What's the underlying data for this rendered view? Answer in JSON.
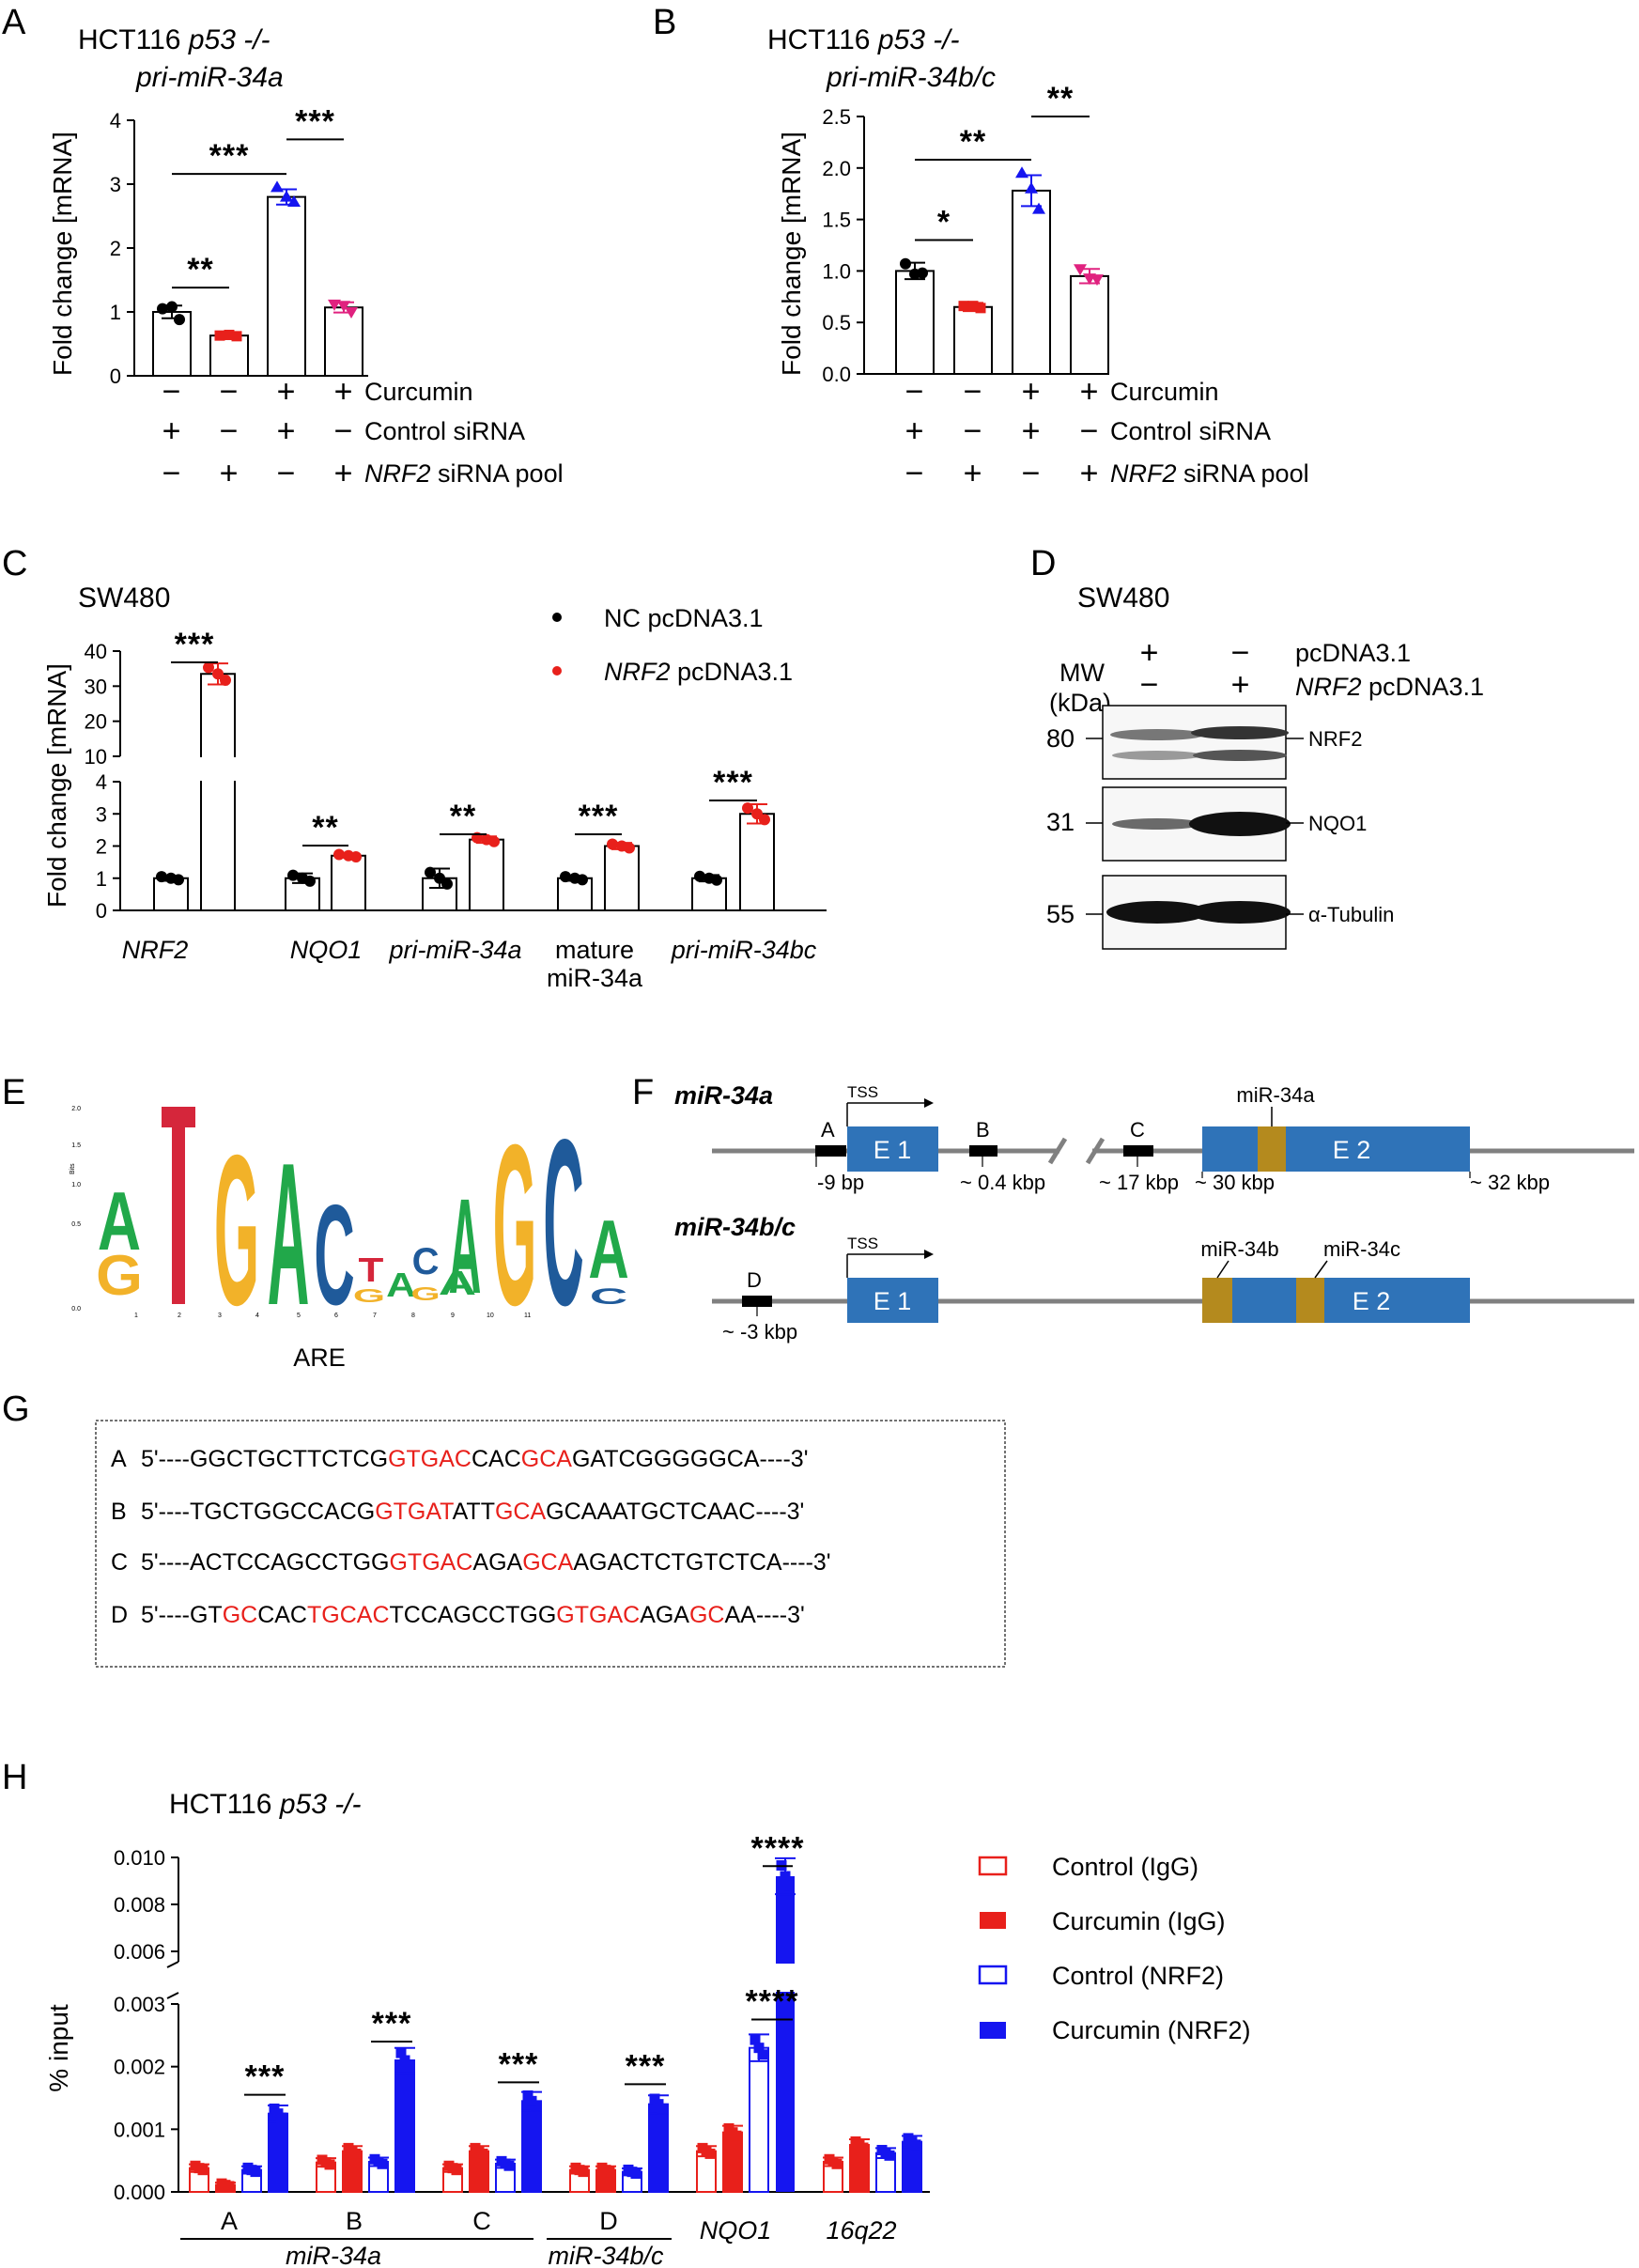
{
  "panels": {
    "A": "A",
    "B": "B",
    "C": "C",
    "D": "D",
    "E": "E",
    "F": "F",
    "G": "G",
    "H": "H"
  },
  "colors": {
    "red": "#e8201b",
    "blue": "#1515f0",
    "magenta": "#e0227f",
    "steelblue": "#2f73b8",
    "gold": "#b48a1e",
    "gray": "#808080"
  },
  "panelA": {
    "title_line1_a": "HCT116 ",
    "title_line1_b": "p53 -/-",
    "title_line2": "pri-miR-34a",
    "ylabel": "Fold change [mRNA]",
    "rows": [
      {
        "signs": [
          "−",
          "−",
          "+",
          "+"
        ],
        "label": "Curcumin"
      },
      {
        "signs": [
          "+",
          "−",
          "+",
          "−"
        ],
        "label": "Control siRNA"
      },
      {
        "signs": [
          "−",
          "+",
          "−",
          "+"
        ],
        "label_it": "NRF2",
        "label": " siRNA pool"
      }
    ]
  },
  "panelB": {
    "title_line1_a": "HCT116 ",
    "title_line1_b": "p53 -/-",
    "title_line2": "pri-miR-34b/c",
    "ylabel": "Fold change [mRNA]",
    "rows": [
      {
        "signs": [
          "−",
          "−",
          "+",
          "+"
        ],
        "label": "Curcumin"
      },
      {
        "signs": [
          "+",
          "−",
          "+",
          "−"
        ],
        "label": "Control siRNA"
      },
      {
        "signs": [
          "−",
          "+",
          "−",
          "+"
        ],
        "label_it": "NRF2",
        "label": " siRNA pool"
      }
    ]
  },
  "panelC": {
    "cell": "SW480",
    "ylabel": "Fold change [mRNA]",
    "legend": [
      {
        "name": "NC pcDNA3.1"
      },
      {
        "name_it": "NRF2",
        "name": " pcDNA3.1"
      }
    ],
    "groups": [
      "NRF2",
      "NQO1",
      "pri-miR-34a",
      "mature",
      "miR-34a",
      "pri-miR-34bc"
    ]
  },
  "panelD": {
    "cell": "SW480",
    "mw": "MW",
    "kda": "(kDa)",
    "row1_signs": [
      "+",
      "−"
    ],
    "row1_label": "pcDNA3.1",
    "row2_signs": [
      "−",
      "+"
    ],
    "row2_label_it": "NRF2",
    "row2_label": " pcDNA3.1",
    "markers": [
      "80",
      "31",
      "55"
    ],
    "bands": [
      "NRF2",
      "NQO1",
      "α-Tubulin"
    ]
  },
  "panelE": {
    "label": "ARE",
    "ylabel": "Bits",
    "yticks": [
      "2.0",
      "1.5",
      "1.0",
      "0.5",
      "0.0"
    ],
    "positions": [
      "1",
      "2",
      "3",
      "4",
      "5",
      "6",
      "7",
      "8",
      "9",
      "10",
      "11"
    ]
  },
  "panelF": {
    "gene1": "miR-34a",
    "gene2": "miR-34b/c",
    "tss": "TSS",
    "boxes": {
      "A": "A",
      "B": "B",
      "C": "C",
      "D": "D"
    },
    "exon1": "E 1",
    "exon2": "E 2",
    "mir34a": "miR-34a",
    "mir34b": "miR-34b",
    "mir34c": "miR-34c",
    "dist": {
      "a": "-9 bp",
      "b": "~ 0.4 kbp",
      "c": "~ 17 kbp",
      "d": "~ 30 kbp",
      "e": "~ 32 kbp",
      "f": "~ -3 kbp"
    }
  },
  "panelG": {
    "rows": [
      {
        "id": "A",
        "parts": [
          [
            "k",
            "5'----GGCTGCTTCTCG"
          ],
          [
            "r",
            "GTGAC"
          ],
          [
            "k",
            "CAC"
          ],
          [
            "r",
            "GCA"
          ],
          [
            "k",
            "GATCGGGGGCA----3'"
          ]
        ]
      },
      {
        "id": "B",
        "parts": [
          [
            "k",
            "5'----TGCTGGCCACG"
          ],
          [
            "r",
            "GTGAT"
          ],
          [
            "k",
            "ATT"
          ],
          [
            "r",
            "GCA"
          ],
          [
            "k",
            "GCAAATGCTCAAC----3'"
          ]
        ]
      },
      {
        "id": "C",
        "parts": [
          [
            "k",
            "5'----ACTCCAGCCTGG"
          ],
          [
            "r",
            "GTGAC"
          ],
          [
            "k",
            "AGA"
          ],
          [
            "r",
            "GCA"
          ],
          [
            "k",
            "AGACTCTGTCTCA----3'"
          ]
        ]
      },
      {
        "id": "D",
        "parts": [
          [
            "k",
            "5'----GT"
          ],
          [
            "r",
            "GC"
          ],
          [
            "k",
            "CAC"
          ],
          [
            "r",
            "TGCAC"
          ],
          [
            "k",
            "TCCAGCCTGG"
          ],
          [
            "r",
            "GTGAC"
          ],
          [
            "k",
            "AGA"
          ],
          [
            "r",
            "GC"
          ],
          [
            "k",
            "AA----3'"
          ]
        ]
      }
    ]
  },
  "panelH": {
    "title_a": "HCT116 ",
    "title_b": "p53 -/-",
    "ylabel": "% input",
    "legend": [
      "Control (IgG)",
      "Curcumin (IgG)",
      "Control (NRF2)",
      "Curcumin (NRF2)"
    ],
    "groups": [
      "A",
      "B",
      "C",
      "D",
      "NQO1",
      "16q22"
    ],
    "brackets": [
      "miR-34a",
      "miR-34b/c"
    ]
  },
  "chart_data": [
    {
      "panel": "A",
      "type": "bar",
      "title": "HCT116 p53 -/- pri-miR-34a",
      "ylabel": "Fold change [mRNA]",
      "ylim": [
        0,
        4
      ],
      "yticks": [
        "0",
        "1",
        "2",
        "3",
        "4"
      ],
      "categories": [
        "Ctrl siRNA",
        "NRF2 siRNA",
        "Ctrl siRNA + Curcumin",
        "NRF2 siRNA + Curcumin"
      ],
      "values": [
        1.0,
        0.63,
        2.8,
        1.07
      ],
      "errors": [
        0.1,
        0.03,
        0.12,
        0.08
      ],
      "points": [
        [
          1.05,
          0.88,
          1.08
        ],
        [
          0.63,
          0.62,
          0.64
        ],
        [
          2.95,
          2.72,
          2.8
        ],
        [
          1.12,
          1.0,
          1.1
        ]
      ],
      "sig": [
        "**",
        "***",
        "***"
      ]
    },
    {
      "panel": "B",
      "type": "bar",
      "title": "HCT116 p53 -/- pri-miR-34b/c",
      "ylabel": "Fold change [mRNA]",
      "ylim": [
        0,
        2.5
      ],
      "yticks": [
        "0.0",
        "0.5",
        "1.0",
        "1.5",
        "2.0",
        "2.5"
      ],
      "categories": [
        "Ctrl siRNA",
        "NRF2 siRNA",
        "Ctrl siRNA + Curcumin",
        "NRF2 siRNA + Curcumin"
      ],
      "values": [
        1.0,
        0.65,
        1.78,
        0.95
      ],
      "errors": [
        0.08,
        0.04,
        0.15,
        0.07
      ],
      "points": [
        [
          1.07,
          0.98,
          0.97
        ],
        [
          0.66,
          0.64,
          0.66
        ],
        [
          1.95,
          1.6,
          1.8
        ],
        [
          1.02,
          0.92,
          0.93
        ]
      ],
      "sig": [
        "*",
        "**",
        "**"
      ]
    },
    {
      "panel": "C",
      "type": "bar",
      "ylabel": "Fold change [mRNA]",
      "yticks": [
        "0",
        "1",
        "2",
        "3",
        "4",
        "10",
        "20",
        "30",
        "40"
      ],
      "categories": [
        "NRF2",
        "NQO1",
        "pri-miR-34a",
        "mature miR-34a",
        "pri-miR-34bc"
      ],
      "series": [
        {
          "name": "NC pcDNA3.1",
          "values": [
            1.0,
            1.0,
            1.0,
            1.0,
            1.0
          ],
          "errors": [
            0.08,
            0.15,
            0.3,
            0.08,
            0.1
          ]
        },
        {
          "name": "NRF2 pcDNA3.1",
          "values": [
            33.5,
            1.7,
            2.2,
            2.0,
            3.0
          ],
          "errors": [
            3.0,
            0.06,
            0.1,
            0.1,
            0.3
          ]
        }
      ],
      "sig": [
        "***",
        "**",
        "**",
        "***",
        "***"
      ]
    },
    {
      "panel": "H",
      "type": "bar",
      "title": "HCT116 p53 -/-",
      "ylabel": "% input",
      "yticks": [
        "0.000",
        "0.001",
        "0.002",
        "0.003",
        "0.006",
        "0.008",
        "0.010"
      ],
      "categories": [
        "A",
        "B",
        "C",
        "D",
        "NQO1",
        "16q22"
      ],
      "series": [
        {
          "name": "Control (IgG)",
          "values": [
            0.00038,
            0.00047,
            0.00038,
            0.00035,
            0.00065,
            0.00048
          ]
        },
        {
          "name": "Curcumin (IgG)",
          "values": [
            0.00011,
            0.00065,
            0.00065,
            0.00035,
            0.00095,
            0.00075
          ]
        },
        {
          "name": "Control (NRF2)",
          "values": [
            0.00035,
            0.00048,
            0.00045,
            0.00032,
            0.0023,
            0.00062
          ]
        },
        {
          "name": "Curcumin (NRF2)",
          "values": [
            0.00125,
            0.0021,
            0.00145,
            0.0014,
            0.0092,
            0.0008
          ]
        }
      ],
      "sig": [
        "***",
        "***",
        "***",
        "***",
        "****",
        "****"
      ]
    }
  ]
}
